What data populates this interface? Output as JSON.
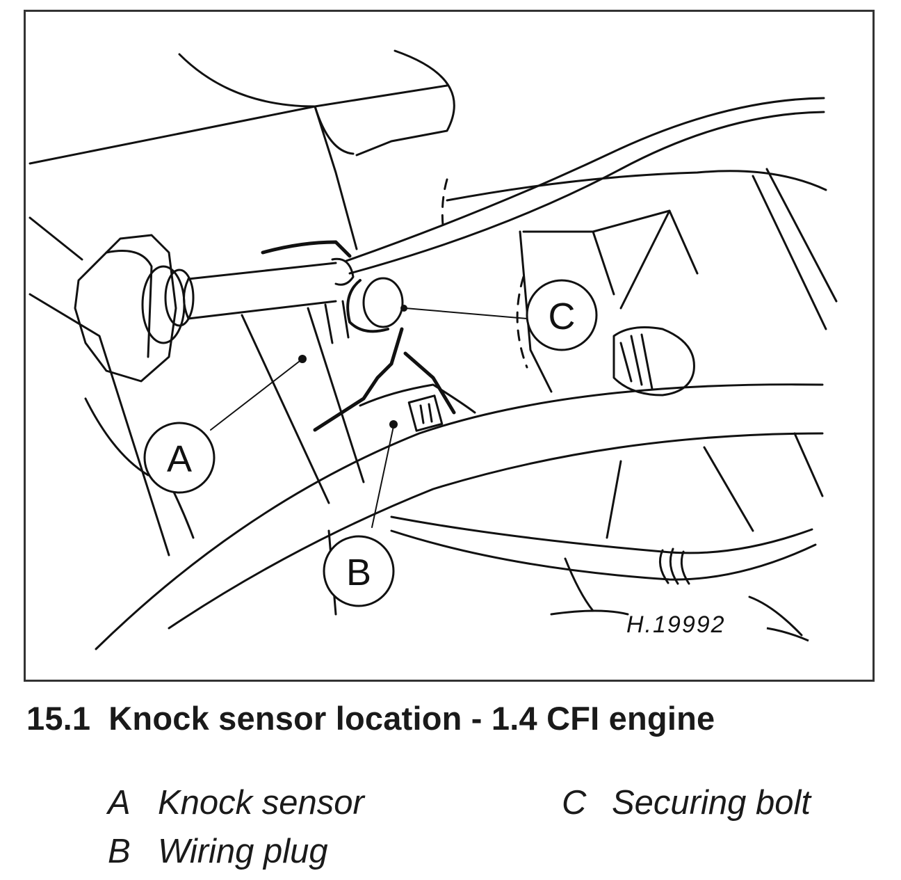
{
  "figure": {
    "reference": "H.19992",
    "callouts": {
      "a": "A",
      "b": "B",
      "c": "C"
    }
  },
  "caption": {
    "number": "15.1",
    "title": "Knock sensor location - 1.4 CFI engine"
  },
  "legend": [
    {
      "key": "A",
      "label": "Knock sensor"
    },
    {
      "key": "B",
      "label": "Wiring plug"
    },
    {
      "key": "C",
      "label": "Securing bolt"
    }
  ],
  "colors": {
    "ink": "#111111",
    "frame": "#333333",
    "background": "#ffffff"
  }
}
